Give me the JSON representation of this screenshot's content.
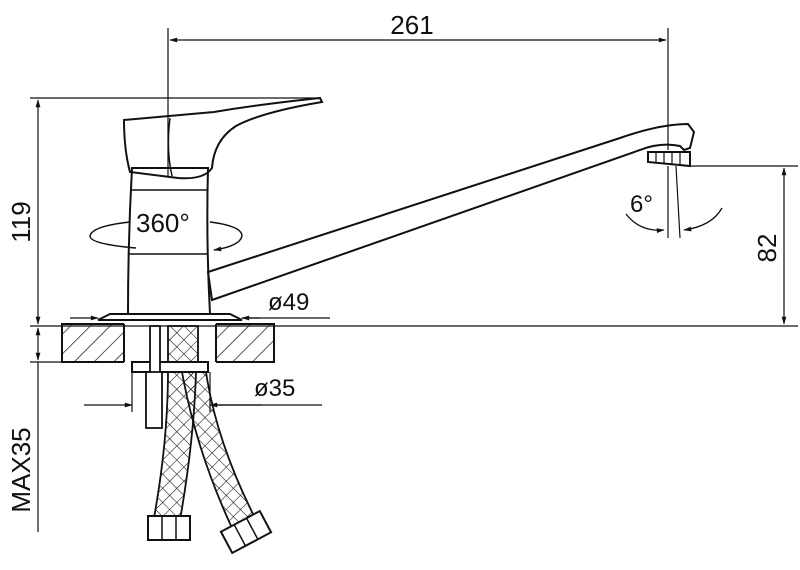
{
  "dimensions": {
    "spout_length": "261",
    "overall_height": "119",
    "outlet_height": "82",
    "max_counter_thickness": "MAX35",
    "base_diameter": "ø49",
    "shank_diameter": "ø35",
    "rotation_angle": "360°",
    "outlet_tilt": "6°"
  },
  "colors": {
    "line": "#111111",
    "background": "#ffffff"
  }
}
